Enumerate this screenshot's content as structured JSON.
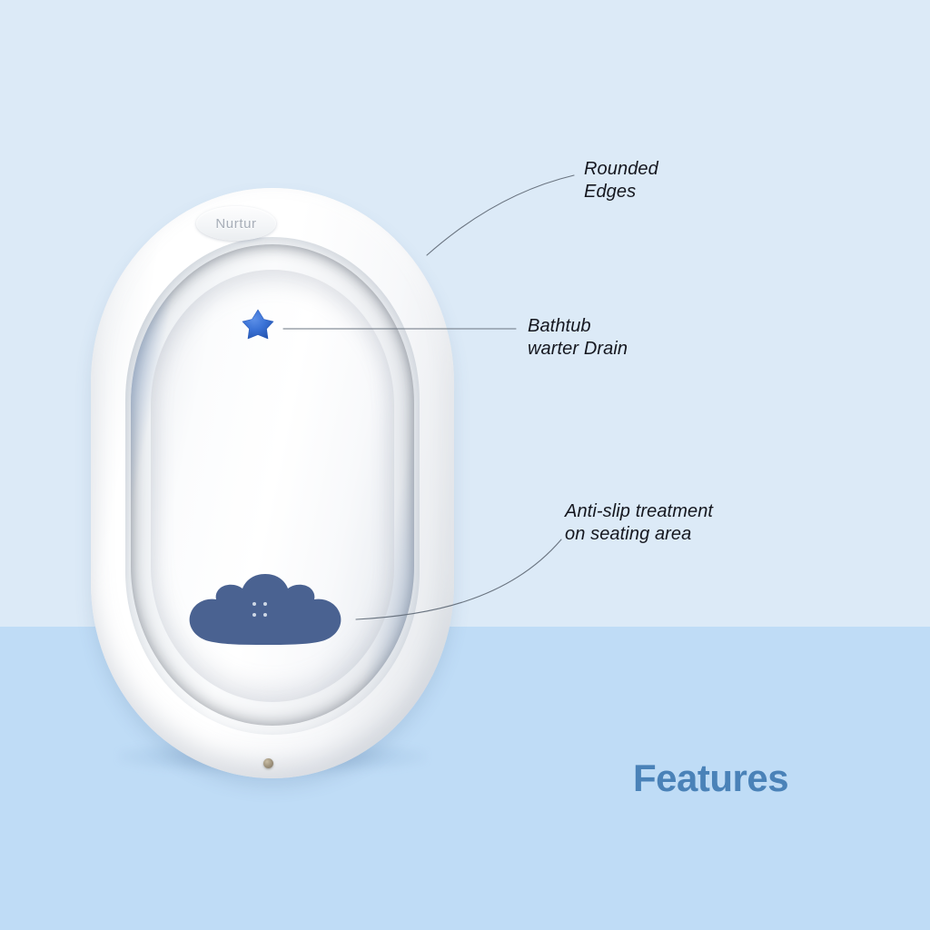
{
  "page": {
    "heading": "Features",
    "background_top_color": "#dceaf7",
    "background_bottom_color": "#bfdcf6",
    "heading_color": "#4a82b8"
  },
  "product": {
    "brand": "Nurtur",
    "name": "collapsible-baby-bathtub",
    "colors": {
      "shell": "#ffffff",
      "silicone_wall": "#35496c",
      "seat_pad": "#4a6291",
      "drain_plug": "#2f66c4",
      "drain_outlet": "#9c907a"
    },
    "parts": {
      "shell_label": "outer-shell",
      "silicone_label": "collapsible-silicone-wall",
      "basin_label": "inner-basin",
      "badge_label": "brand-badge",
      "drain_plug_label": "star-drain-plug",
      "seat_pad_label": "anti-slip-seat-pad",
      "drain_outlet_label": "bottom-drain-outlet"
    }
  },
  "callouts": [
    {
      "id": "rounded-edges",
      "text": "Rounded\nEdges",
      "line1": "Rounded",
      "line2": "Edges"
    },
    {
      "id": "bathtub-water-drain",
      "text": "Bathtub\nwarter Drain",
      "line1": "Bathtub",
      "line2": "warter Drain"
    },
    {
      "id": "anti-slip-treatment",
      "text": "Anti-slip treatment\non seating area",
      "line1": "Anti-slip treatment",
      "line2": "on seating area"
    }
  ]
}
